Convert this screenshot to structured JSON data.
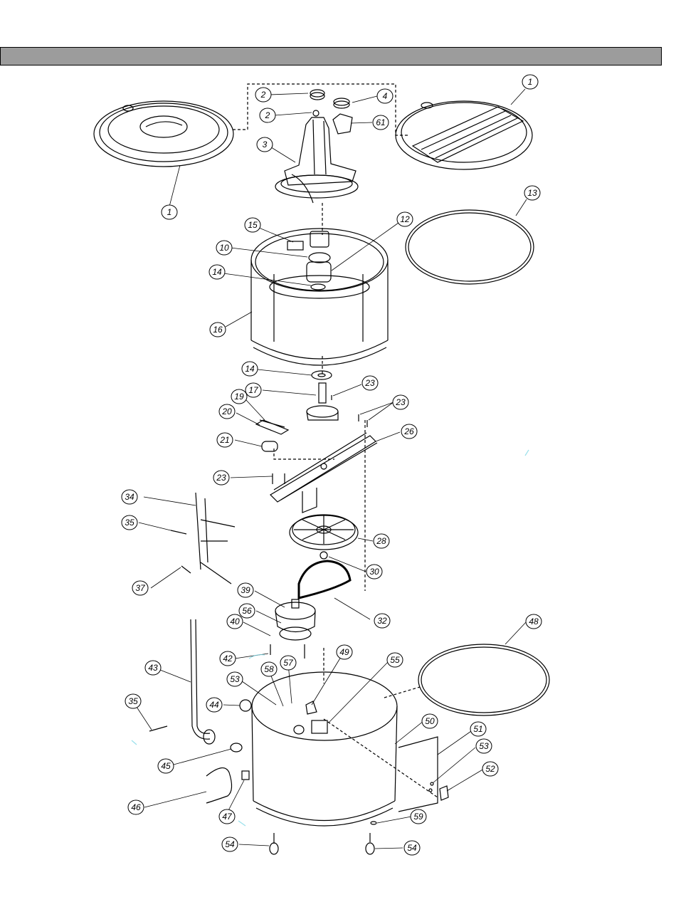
{
  "header": {
    "title": ""
  },
  "callouts": [
    "1",
    "2",
    "2",
    "4",
    "61",
    "1",
    "3",
    "13",
    "15",
    "12",
    "10",
    "14",
    "16",
    "14",
    "17",
    "23",
    "19",
    "23",
    "20",
    "26",
    "21",
    "23",
    "34",
    "35",
    "28",
    "37",
    "30",
    "39",
    "56",
    "32",
    "40",
    "48",
    "42",
    "49",
    "55",
    "43",
    "53",
    "58",
    "57",
    "44",
    "35",
    "50",
    "51",
    "53",
    "45",
    "52",
    "46",
    "47",
    "59",
    "54",
    "54"
  ],
  "colors": {
    "line": "#000000",
    "header_fill": "#9c9c9c",
    "highlight": "#7fd8e6"
  }
}
